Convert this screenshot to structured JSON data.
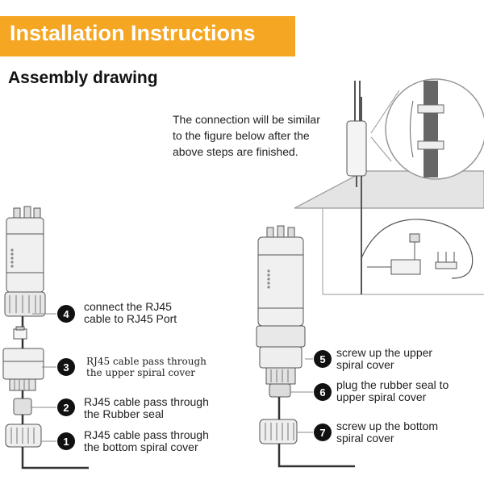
{
  "header": {
    "title": "Installation Instructions",
    "subtitle": "Assembly drawing"
  },
  "note": {
    "lines": [
      "The connection will be similar",
      "to the figure below after the",
      "above steps are finished."
    ]
  },
  "steps": [
    {
      "number": "1",
      "lines": [
        "RJ45 cable pass through",
        "the bottom spiral cover"
      ]
    },
    {
      "number": "2",
      "lines": [
        "RJ45 cable pass through",
        "the Rubber seal"
      ]
    },
    {
      "number": "3",
      "lines": [
        "RJ45 cable pass through",
        "the upper spiral cover"
      ]
    },
    {
      "number": "4",
      "lines": [
        "connect the RJ45",
        "cable to RJ45 Port"
      ]
    },
    {
      "number": "5",
      "lines": [
        "screw up the upper",
        "spiral cover"
      ]
    },
    {
      "number": "6",
      "lines": [
        "plug the rubber seal to",
        "upper spiral cover"
      ]
    },
    {
      "number": "7",
      "lines": [
        "screw up the bottom",
        "spiral cover"
      ]
    }
  ],
  "colors": {
    "banner": "#f5a623",
    "step_marker": "#111111",
    "device_body": "#eeeeee",
    "outline": "#555555"
  }
}
